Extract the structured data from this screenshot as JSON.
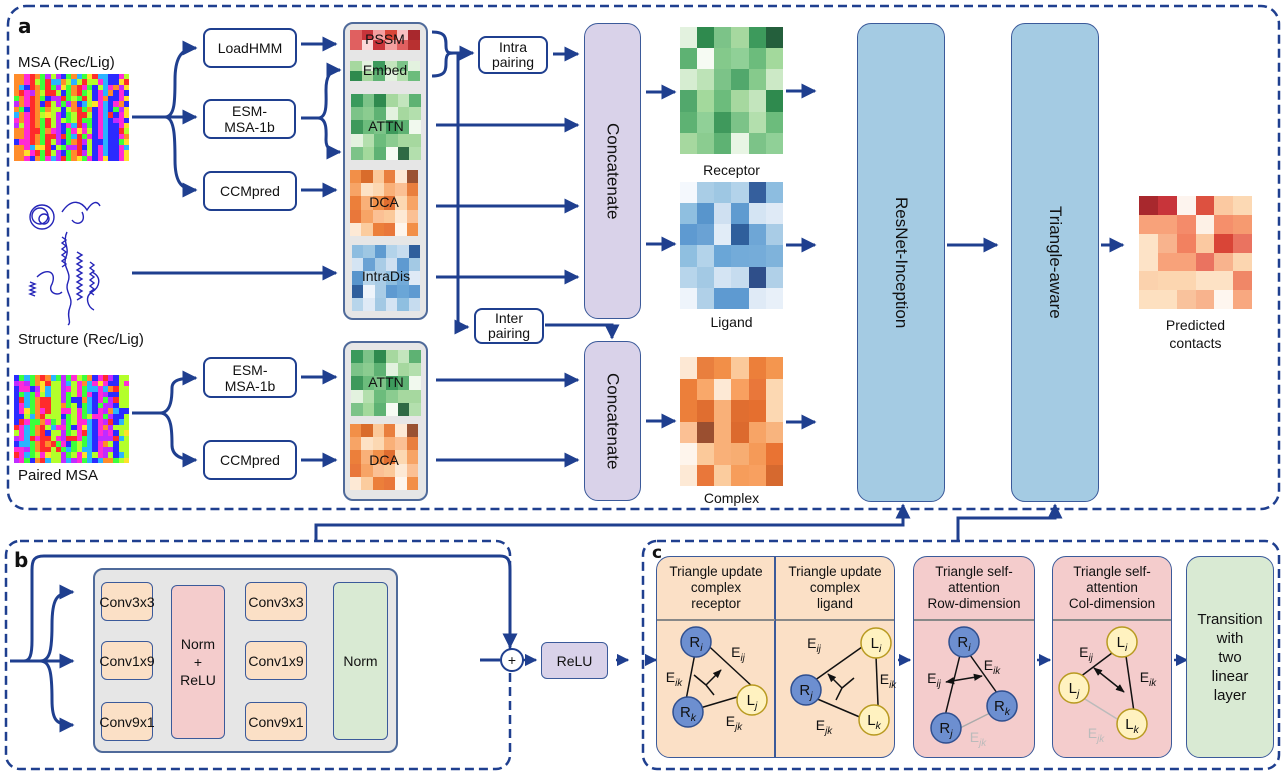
{
  "panels": {
    "a": {
      "letter": "a",
      "inputs": {
        "msa_label": "MSA (Rec/Lig)",
        "structure_label": "Structure (Rec/Lig)",
        "paired_msa_label": "Paired MSA"
      },
      "tools": {
        "loadhmm": "LoadHMM",
        "esm_top": "ESM-\nMSA-1b",
        "ccmpred_top": "CCMpred",
        "esm_bottom": "ESM-\nMSA-1b",
        "ccmpred_bottom": "CCMpred"
      },
      "features": {
        "pssm": "PSSM",
        "embed": "Embed",
        "attn_top": "ATTN",
        "dca_top": "DCA",
        "intradis": "IntraDis",
        "attn_bottom": "ATTN",
        "dca_bottom": "DCA"
      },
      "pairing": {
        "intra": "Intra\npairing",
        "inter": "Inter\npairing"
      },
      "concatenate_top": "Concatenate",
      "concatenate_bottom": "Concatenate",
      "maps": {
        "receptor": "Receptor",
        "ligand": "Ligand",
        "complex": "Complex"
      },
      "resnet": "ResNet-Inception",
      "triangle": "Triangle-aware",
      "output_label": "Predicted\ncontacts"
    },
    "b": {
      "letter": "b",
      "conv_left": [
        "Conv3x3",
        "Conv1x9",
        "Conv9x1"
      ],
      "norm_relu": "Norm\n+\nReLU",
      "conv_right": [
        "Conv3x3",
        "Conv1x9",
        "Conv9x1"
      ],
      "norm": "Norm",
      "plus": "+",
      "relu": "ReLU"
    },
    "c": {
      "letter": "c",
      "blocks": [
        {
          "title": "Triangle update\ncomplex\nreceptor",
          "nodes": [
            "R_i",
            "R_k",
            "L_j"
          ],
          "edges": [
            "E_ij",
            "E_ik",
            "E_jk"
          ]
        },
        {
          "title": "Triangle update\ncomplex\nligand",
          "nodes": [
            "L_i",
            "R_j",
            "L_k"
          ],
          "edges": [
            "E_ij",
            "E_ik",
            "E_jk"
          ]
        },
        {
          "title": "Triangle self-\nattention\nRow-dimension",
          "nodes": [
            "R_i",
            "R_j",
            "R_k"
          ],
          "edges": [
            "E_ij",
            "E_ik",
            "E_jk"
          ]
        },
        {
          "title": "Triangle self-\nattention\nCol-dimension",
          "nodes": [
            "L_i",
            "L_j",
            "L_k"
          ],
          "edges": [
            "E_ij",
            "E_ik",
            "E_jk"
          ]
        }
      ],
      "transition": "Transition\nwith\ntwo\nlinear\nlayer"
    }
  },
  "colors": {
    "arrow": "#1f3f8f",
    "receptor_node": "#6d8fd0",
    "ligand_node": "#fff2c0",
    "concat": "#d9d2e9",
    "bluebar": "#a4cbe3",
    "orange_block": "#fbe0c6",
    "pink_block": "#f4cccc",
    "green_block": "#d9ead3"
  },
  "heatmaps": {
    "receptor": [
      "#e3f2df",
      "#2f8a4e",
      "#7cc388",
      "#a6d89f",
      "#3d9a5c",
      "#245f3c",
      "#5eb273",
      "#f6fbf3",
      "#84c98b",
      "#90d097",
      "#6cbc7c",
      "#a3d99c",
      "#d6edd1",
      "#bde3b7",
      "#7cc388",
      "#52a86c",
      "#86ca8c",
      "#cce9c6",
      "#52a86c",
      "#a3d99c",
      "#6cbc7c",
      "#a6d89f",
      "#c3e5bd",
      "#2f8a4e",
      "#5eb273",
      "#90d097",
      "#3f995c",
      "#7cc388",
      "#b3dfad",
      "#6cbc7c",
      "#a6d89f",
      "#8bcc90",
      "#5eb273",
      "#e8f5e4",
      "#7cc388",
      "#90d097"
    ],
    "ligand": [
      "#f4f8fd",
      "#a9cde6",
      "#9ec7e3",
      "#b3d3ea",
      "#355f9d",
      "#8dbde0",
      "#8fbfe0",
      "#5895cc",
      "#cfe0f1",
      "#5f9bd0",
      "#d4e4f3",
      "#dfeaf6",
      "#5e9ad1",
      "#6aa2d4",
      "#e1ecf7",
      "#2f5f9c",
      "#6ea6d6",
      "#a9cce6",
      "#8fbfe0",
      "#b3d3ea",
      "#6aa6d7",
      "#73abd9",
      "#75acd9",
      "#7fb3db",
      "#b7d5eb",
      "#a3c9e4",
      "#d4e4f3",
      "#c6dcef",
      "#2f4f8a",
      "#b0d0e8",
      "#eef4fb",
      "#b0d0e8",
      "#5e9ad1",
      "#5e9ad1",
      "#dfeaf6",
      "#e8f0f9"
    ],
    "complex": [
      "#fde8d4",
      "#e97f3e",
      "#f28f48",
      "#fbc99a",
      "#ec7f3a",
      "#f4964f",
      "#ec7f3a",
      "#f9a86a",
      "#fde9d5",
      "#f8a060",
      "#e9773a",
      "#fcd8b2",
      "#ec7f3a",
      "#e06e30",
      "#f9b078",
      "#e06e30",
      "#e56f2f",
      "#fcd8b2",
      "#fbc094",
      "#9a4f30",
      "#f9b078",
      "#dc6a2e",
      "#f7a466",
      "#f8b47e",
      "#fef5ec",
      "#fbc99a",
      "#f9b078",
      "#f7ad72",
      "#f59a58",
      "#e97333",
      "#fde9d5",
      "#e9773a",
      "#fbcc9e",
      "#f69d5b",
      "#f8a060",
      "#d6692f"
    ],
    "output": [
      "#a8282d",
      "#c8343a",
      "#fdf4ee",
      "#dd5140",
      "#fbc9a1",
      "#fcd9b4",
      "#f8a27a",
      "#f8a27a",
      "#f48b6a",
      "#fdf1e6",
      "#f58f6b",
      "#f69a70",
      "#fde3c7",
      "#f8b38d",
      "#f28160",
      "#fbc9a1",
      "#d94537",
      "#ea7360",
      "#fde3c7",
      "#f8a27a",
      "#f8a27a",
      "#ea7360",
      "#f8b38d",
      "#fcd6b0",
      "#fbd2ad",
      "#fcd6b0",
      "#fcd6b0",
      "#fde2c5",
      "#fde2c5",
      "#f08767",
      "#fde0c0",
      "#fde0c0",
      "#f9c29c",
      "#f8b38d",
      "#fef6ef",
      "#f8a880"
    ],
    "attn": [
      "#3a9a5c",
      "#7cc388",
      "#2f8a4e",
      "#a6d89f",
      "#c3e5bd",
      "#5eb273",
      "#7cc388",
      "#8bcc90",
      "#5eb273",
      "#e3f2df",
      "#a6d89f",
      "#b3dfad",
      "#3f995c",
      "#6cbc7c",
      "#7cc388",
      "#3d9a5c",
      "#5eb273",
      "#f1f9ee",
      "#e3f2df",
      "#b3dfad",
      "#6cbc7c",
      "#8bcc90",
      "#a6d89f",
      "#a6d89f",
      "#7cc388",
      "#a3d99c",
      "#5eb273",
      "#f6fbf3",
      "#2f6a44",
      "#b3dfad"
    ],
    "dca": [
      "#f28f48",
      "#d96c2b",
      "#fbc99a",
      "#e97f3e",
      "#fde9d5",
      "#9a5232",
      "#f7a466",
      "#fde2c5",
      "#fcd8b2",
      "#f9b078",
      "#fbc094",
      "#e97f3e",
      "#ec7f3a",
      "#f9b078",
      "#f29049",
      "#e06e30",
      "#fcd8b2",
      "#f7a466",
      "#e9773a",
      "#f7a466",
      "#fbc094",
      "#fbc99a",
      "#fde9d5",
      "#fbc094",
      "#fde9d5",
      "#fbcc9e",
      "#ec7f3a",
      "#e9773a",
      "#fef5ec",
      "#f28f48"
    ],
    "intradis": [
      "#8dbde0",
      "#9ec7e3",
      "#5f9bd0",
      "#b3d3ea",
      "#c6dcef",
      "#2f5f9c",
      "#d4e4f3",
      "#6aa2d4",
      "#a9cce6",
      "#cfe0f1",
      "#5e9ad1",
      "#a3c9e4",
      "#5895cc",
      "#b7d5eb",
      "#a9cce6",
      "#8fbfe0",
      "#73abd9",
      "#dfeaf6",
      "#2f5f9c",
      "#eef4fb",
      "#a9cce6",
      "#5e9ad1",
      "#6aa6d7",
      "#5e9ad1",
      "#b7d5eb",
      "#dfeaf6",
      "#a3c9e4",
      "#d4e4f3",
      "#8fbfe0",
      "#c6dcef"
    ],
    "pssm": [
      "#e06060",
      "#c8343a",
      "#f4a0a0",
      "#d94537",
      "#f8c0c0",
      "#a8282d",
      "#e06060",
      "#fbd8d8",
      "#c8343a",
      "#f4a0a0",
      "#e06060",
      "#b83030"
    ],
    "embed": [
      "#a6d89f",
      "#e3f2df",
      "#3d9a5c",
      "#c3e5bd",
      "#7cc388",
      "#e3f2df",
      "#2f8a4e",
      "#a6d89f",
      "#5eb273",
      "#e3f2df",
      "#b3dfad",
      "#6cbc7c"
    ]
  },
  "msa_palette": [
    "#ff2bd6",
    "#3cff3c",
    "#2b2bff",
    "#ff2b2b",
    "#b3ff2b",
    "#c02bff",
    "#2bb3ff",
    "#ffe02b",
    "#ff8c2b"
  ]
}
